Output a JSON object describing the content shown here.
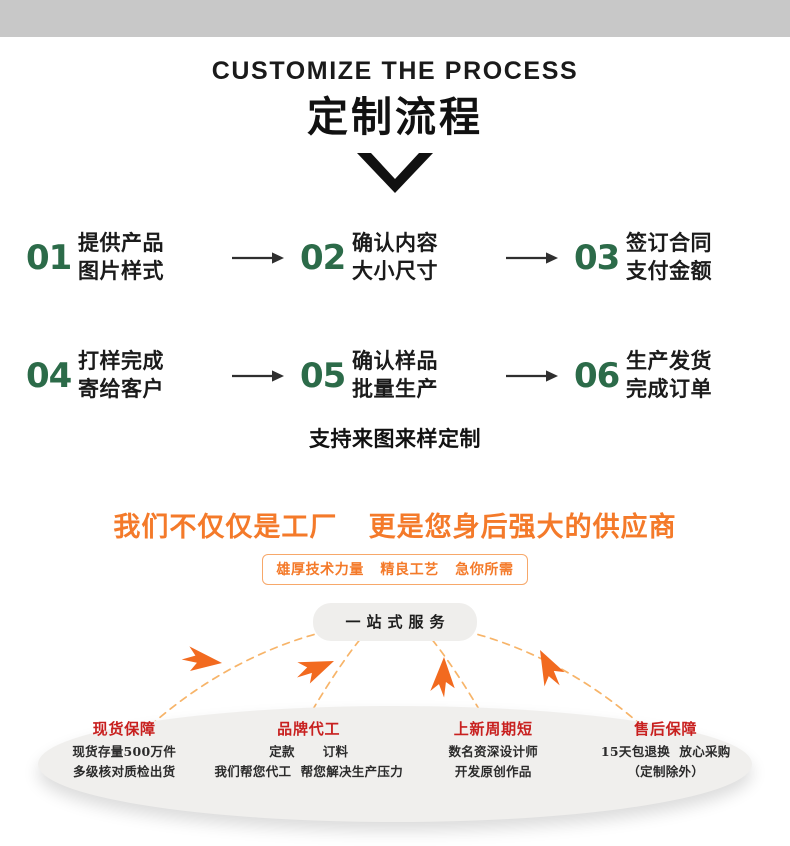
{
  "header": {
    "title_en": "CUSTOMIZE THE PROCESS",
    "title_cn": "定制流程",
    "chevron_icon": "chevron-down-icon"
  },
  "process": {
    "arrow_glyph": "→",
    "rows": [
      [
        {
          "num": "01",
          "line1": "提供产品",
          "line2": "图片样式"
        },
        {
          "num": "02",
          "line1": "确认内容",
          "line2": "大小尺寸"
        },
        {
          "num": "03",
          "line1": "签订合同",
          "line2": "支付金额"
        }
      ],
      [
        {
          "num": "04",
          "line1": "打样完成",
          "line2": "寄给客户"
        },
        {
          "num": "05",
          "line1": "确认样品",
          "line2": "批量生产"
        },
        {
          "num": "06",
          "line1": "生产发货",
          "line2": "完成订单"
        }
      ]
    ]
  },
  "support_line": "支持来图来样定制",
  "promo": {
    "headline": "我们不仅仅是工厂   更是您身后强大的供应商",
    "badge": "雄厚技术力量   精良工艺   急你所需",
    "pill": "一站式服务"
  },
  "features": [
    {
      "title": "现货保障",
      "lines": [
        "现货存量500万件",
        "多级核对质检出货"
      ]
    },
    {
      "title": "品牌代工",
      "lines": [
        "定款      订料",
        "我们帮您代工  帮您解决生产压力"
      ]
    },
    {
      "title": "上新周期短",
      "lines": [
        "数名资深设计师",
        "开发原创作品"
      ]
    },
    {
      "title": "售后保障",
      "lines": [
        "15天包退换  放心采购",
        "（定制除外）"
      ]
    }
  ],
  "colors": {
    "green": "#2c6b49",
    "orange": "#f47a2a",
    "orange_light": "#f7a86a",
    "red": "#c8201f",
    "dark": "#111111",
    "band_gray": "#c8c8c8",
    "capsule_gray": "#f0efed"
  }
}
